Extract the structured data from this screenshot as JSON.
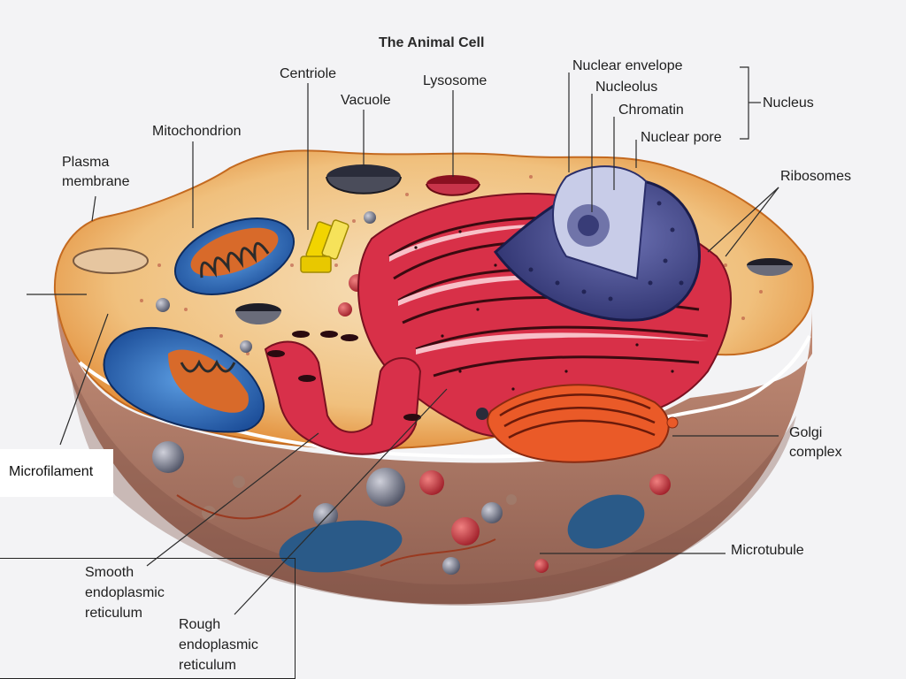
{
  "title": "The Animal Cell",
  "labels": {
    "centriole": "Centriole",
    "lysosome": "Lysosome",
    "nuclear_envelope": "Nuclear envelope",
    "nucleolus": "Nucleolus",
    "chromatin": "Chromatin",
    "nuclear_pore": "Nuclear pore",
    "nucleus": "Nucleus",
    "vacuole": "Vacuole",
    "mitochondrion": "Mitochondrion",
    "plasma_membrane_1": "Plasma",
    "plasma_membrane_2": "membrane",
    "ribosomes": "Ribosomes",
    "golgi_1": "Golgi",
    "golgi_2": "complex",
    "microtubule": "Microtubule",
    "smooth_er_1": "Smooth",
    "smooth_er_2": "endoplasmic",
    "smooth_er_3": "reticulum",
    "rough_er_1": "Rough",
    "rough_er_2": "endoplasmic",
    "rough_er_3": "reticulum",
    "microfilament": "Microfilament"
  },
  "colors": {
    "cytoplasm": "#e8a04a",
    "cell_body": "#b07a62",
    "rough_er": "#d8304a",
    "nucleus": "#3b3f86",
    "mitochondrion": "#2f6fc0",
    "centriole": "#f2d400",
    "golgi": "#ea5a28"
  }
}
